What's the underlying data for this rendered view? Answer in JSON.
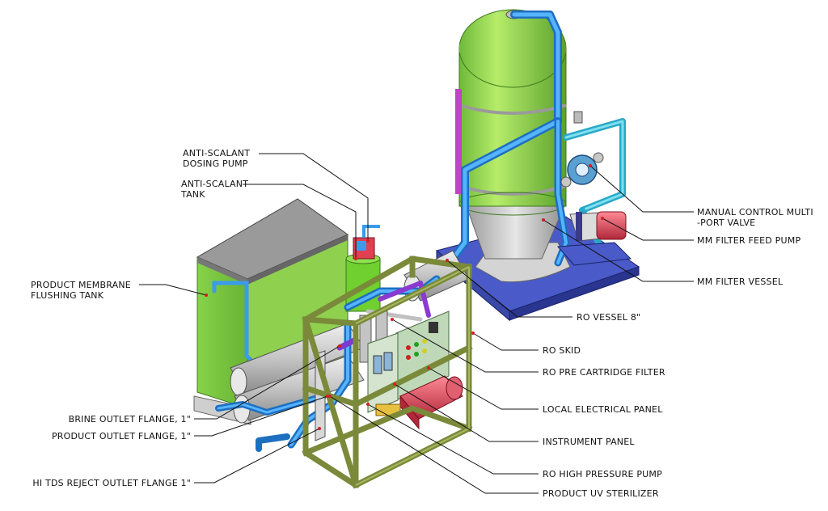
{
  "labels": {
    "anti_scalant_dosing_pump": [
      "ANTI-SCALANT",
      "DOSING PUMP"
    ],
    "anti_scalant_tank": [
      "ANTI-SCALANT",
      "TANK"
    ],
    "product_membrane_flushing_tank": [
      "PRODUCT MEMBRANE",
      "FLUSHING TANK"
    ],
    "manual_control_valve": [
      "MANUAL CONTROL MULTI",
      "-PORT VALVE"
    ],
    "mm_filter_feed_pump": "MM FILTER FEED PUMP",
    "mm_filter_vessel": "MM FILTER VESSEL",
    "ro_vessel": "RO VESSEL 8\"",
    "ro_skid": "RO SKID",
    "ro_pre_cartridge_filter": "RO PRE CARTRIDGE FILTER",
    "local_electrical_panel": "LOCAL ELECTRICAL PANEL",
    "instrument_panel": "INSTRUMENT PANEL",
    "ro_high_pressure_pump": "RO HIGH PRESSURE PUMP",
    "product_uv_sterilizer": "PRODUCT UV STERILIZER",
    "brine_outlet_flange": "BRINE OUTLET FLANGE, 1\"",
    "product_outlet_flange": "PRODUCT OUTLET FLANGE, 1\"",
    "hi_tds_reject_outlet_flange": "HI TDS REJECT OUTLET FLANGE 1\""
  },
  "colors": {
    "vessel_green": "#8fd14f",
    "tank_green": "#7ccf3e",
    "pipe_blue": "#2f8fe0",
    "frame_olive": "#7a8a3a",
    "base_blue": "#4a5ac8",
    "membrane_grey": "#c8c8c8",
    "pump_red": "#e04050",
    "leader_line": "#111111",
    "marker_red": "#d02020"
  }
}
